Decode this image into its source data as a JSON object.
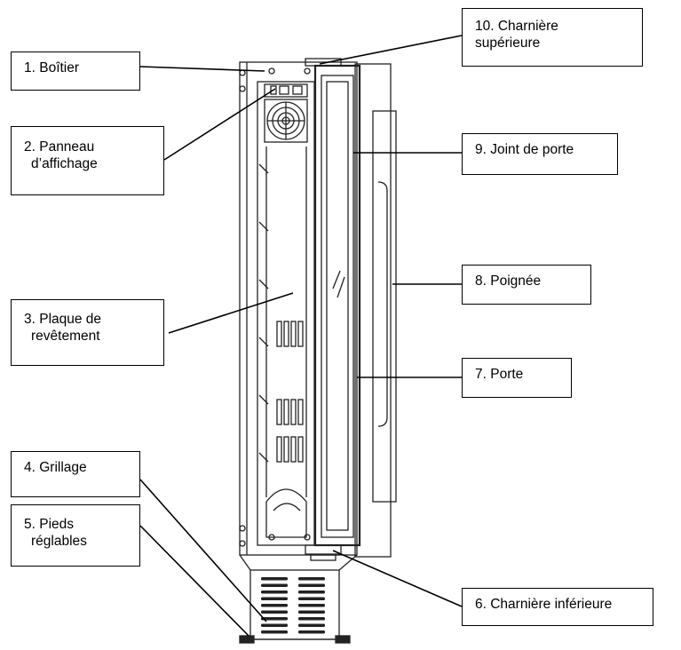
{
  "labels": {
    "boitier": [
      "1.  Boîtier"
    ],
    "panneau": [
      "2. Panneau",
      "d’affichage"
    ],
    "plaque": [
      "3. Plaque de",
      "revêtement"
    ],
    "grillage": [
      "4. Grillage"
    ],
    "pieds": [
      "5. Pieds",
      "réglables"
    ],
    "charniere_inf": [
      "6. Charnière inférieure"
    ],
    "porte": [
      "7. Porte"
    ],
    "poignee": [
      "8. Poignée"
    ],
    "joint": [
      "9. Joint de porte"
    ],
    "charniere_sup": [
      "10. Charnière",
      "supérieure"
    ]
  },
  "colors": {
    "line": "#000000",
    "drawing": "#222222",
    "fill": "#ffffff"
  }
}
